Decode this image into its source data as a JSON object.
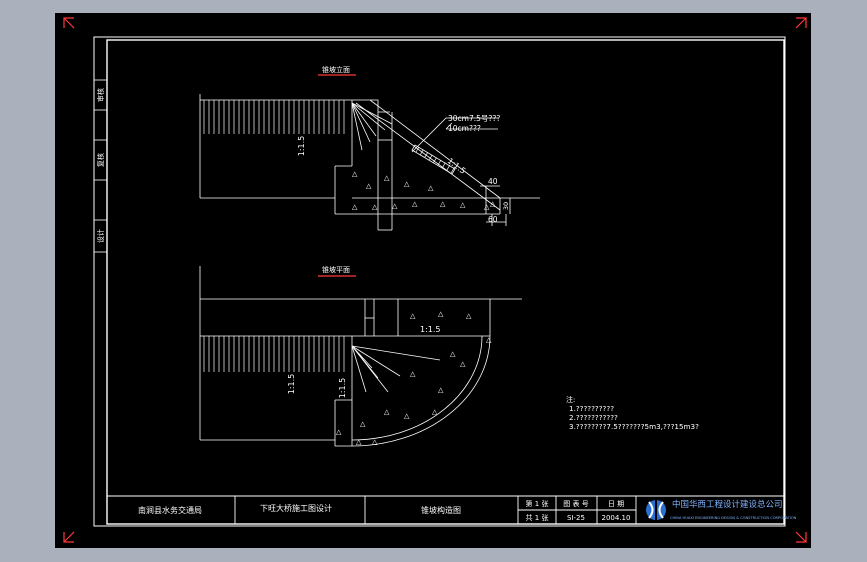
{
  "colors": {
    "viewport_bg": "#aab0bc",
    "canvas_bg": "#000000",
    "line": "#ffffff",
    "accent": "#ff3b3b",
    "cad_blue": "#7fb2ff"
  },
  "elevation": {
    "title": "锥坡立面",
    "slope_left": "1:1.5",
    "slope_right": "1:1.5",
    "callout_line1": "30cm7.5号???",
    "callout_line2": "10cm???",
    "dim_top": "40",
    "dim_bottom": "60",
    "dim_side": "30"
  },
  "plan": {
    "title": "锥坡平面",
    "slope_inner": "1:1.5",
    "slope_left": "1:1.5",
    "slope_vertical": "1:1.5"
  },
  "notes": {
    "heading": "注:",
    "lines": [
      "1.??????????",
      "2.???????????",
      "3.????????7.5???????5m3,???15m3?"
    ]
  },
  "side_labels": [
    "审核",
    "复核",
    "设计"
  ],
  "title_block": {
    "org": "南涧县水务交通局",
    "project": "下旺大桥施工图设计",
    "drawing": "锥坡构造图",
    "page_label": "第 1 张",
    "total_label": "共 1 张",
    "no_header": "图 表 号",
    "no_value": "SI-25",
    "date_header": "日   期",
    "date_value": "2004.10",
    "company": "中国华西工程设计建设总公司",
    "company_en": "CHINA HUAXI ENGINEERING DESIGN & CONSTRUCTION CORPORATION"
  }
}
